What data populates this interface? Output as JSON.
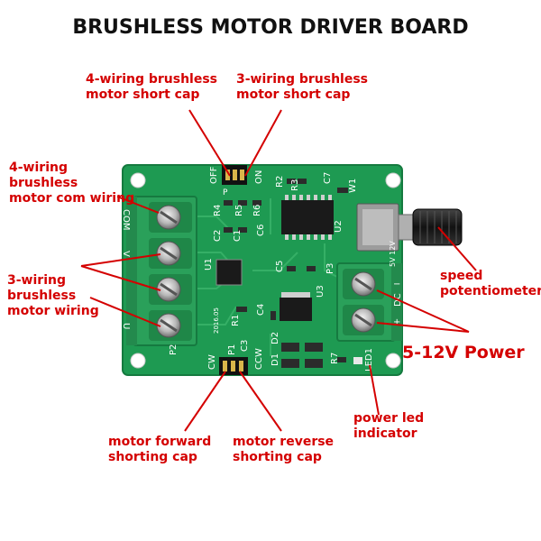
{
  "title": "BRUSHLESS MOTOR DRIVER BOARD",
  "labels": {
    "four_wire_short_cap": "4-wiring brushless\nmotor short cap",
    "three_wire_short_cap": "3-wiring brushless\nmotor short cap",
    "four_wire_com": "4-wiring\nbrushless\nmotor com wiring",
    "three_wire_motor": "3-wiring\nbrushless\nmotor wiring",
    "speed_pot": "speed\npotentiometer",
    "power": "5-12V Power",
    "power_led": "power led\nindicator",
    "motor_forward": "motor forward\nshorting cap",
    "motor_reverse": "motor reverse\nshorting cap"
  },
  "silkscreen": {
    "off": "OFF",
    "on": "ON",
    "p": "P",
    "com": "COM",
    "v": "V",
    "u": "U",
    "p2": "P2",
    "p3": "P3",
    "p1": "P1",
    "cw": "CW",
    "ccw": "CCW",
    "u1": "U1",
    "u2": "U2",
    "u3": "U3",
    "w1": "W1",
    "r1": "R1",
    "r2": "R2",
    "r3": "R3",
    "r4": "R4",
    "r5": "R5",
    "r6": "R6",
    "r7": "R7",
    "c1": "C1",
    "c2": "C2",
    "c3": "C3",
    "c4": "C4",
    "c5": "C5",
    "c6": "C6",
    "c7": "C7",
    "d1": "D1",
    "d2": "D2",
    "led1": "LED1",
    "dc": "DC",
    "plus": "+",
    "minus": "−",
    "pot_val": "5V 12V",
    "date": "2016.05"
  },
  "colors": {
    "label": "#d40000",
    "pcb": "#1e9a52",
    "terminal": "#2aa05a"
  }
}
